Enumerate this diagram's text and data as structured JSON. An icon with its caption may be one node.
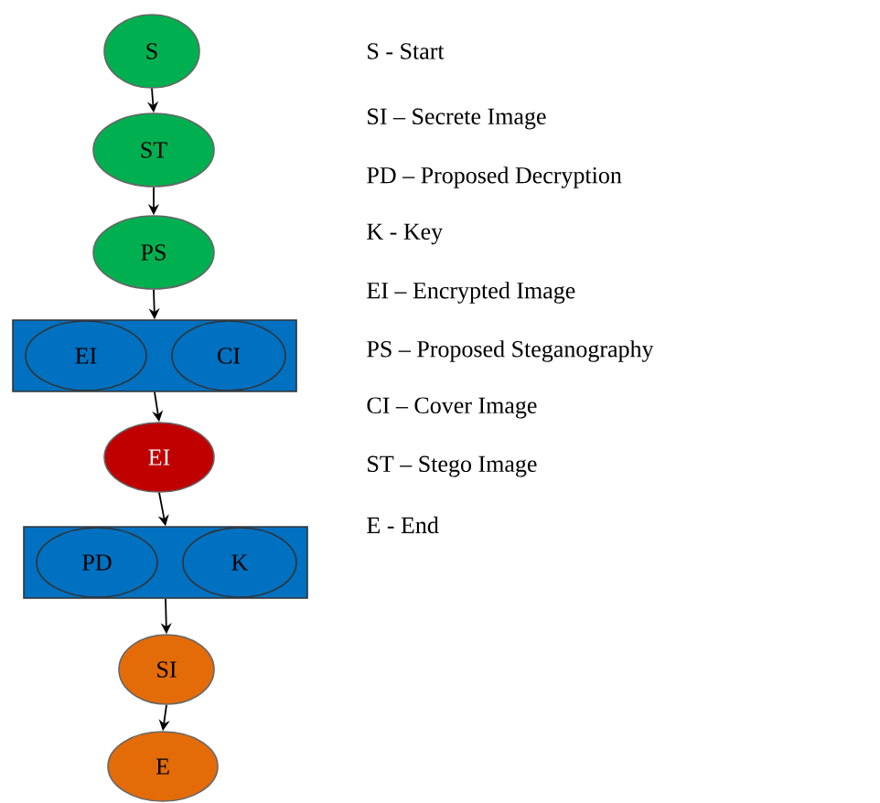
{
  "diagram": {
    "nodes": [
      {
        "text": [
          "S"
        ]
      },
      {
        "text": [
          "ST"
        ]
      },
      {
        "text": [
          "PS"
        ]
      },
      {
        "text": [],
        "shape": "box"
      },
      {
        "text": [
          "EI"
        ],
        "in": 3
      },
      {
        "text": [
          "CI"
        ],
        "in": 3
      },
      {
        "text": [
          "EI"
        ]
      },
      {
        "text": [],
        "shape": "box"
      },
      {
        "text": [
          "PD"
        ],
        "in": 7
      },
      {
        "text": [
          "K"
        ],
        "in": 7
      },
      {
        "text": [
          "SI"
        ]
      },
      {
        "text": [
          "E"
        ]
      }
    ],
    "edges": [
      {
        "from": 0,
        "to": 1,
        "arrow": "to"
      },
      {
        "from": 1,
        "to": 2,
        "arrow": "to"
      },
      {
        "from": 2,
        "to": 3,
        "arrow": "to"
      },
      {
        "from": 3,
        "to": 6,
        "arrow": "to"
      },
      {
        "from": 6,
        "to": 7,
        "arrow": "to"
      },
      {
        "from": 7,
        "to": 10,
        "arrow": "to"
      },
      {
        "from": 10,
        "to": 11,
        "arrow": "to"
      }
    ],
    "labels": [
      "S - Start",
      "SI – Secrete Image",
      "PD – Proposed Decryption",
      "K - Key",
      "EI – Encrypted Image",
      "PS – Proposed Steganography",
      "CI – Cover Image",
      "ST – Stego Image",
      "E - End"
    ]
  }
}
